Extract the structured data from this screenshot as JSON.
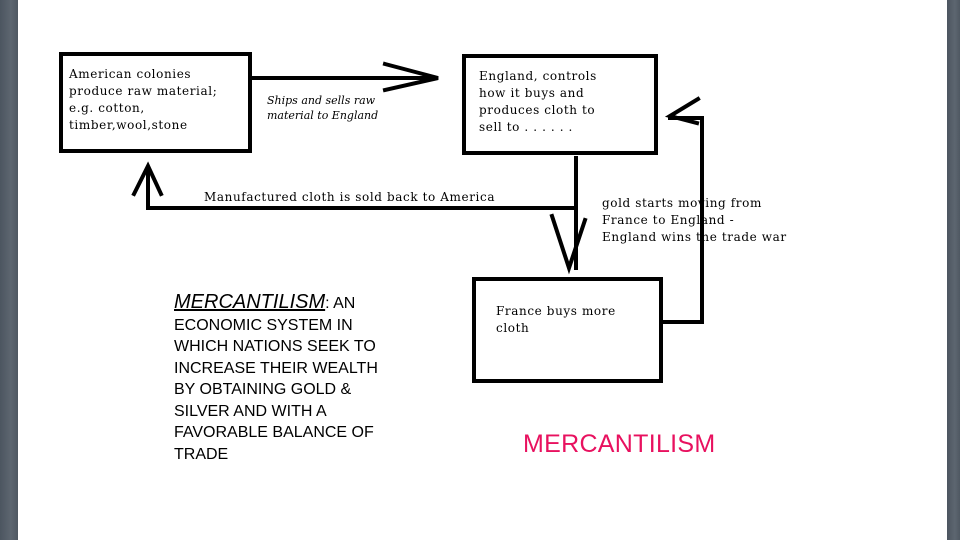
{
  "colonies_box": {
    "text": "American colonies\nproduce raw material;\ne.g. cotton,\ntimber,wool,stone"
  },
  "ships_label": {
    "text": "Ships and sells raw\nmaterial to England"
  },
  "england_box": {
    "text": "England, controls\nhow it buys and\nproduces cloth to\nsell to . . . . . ."
  },
  "cloth_label": {
    "text": "Manufactured cloth is sold back to America"
  },
  "gold_label": {
    "text": "gold starts moving from\nFrance to England -\nEngland wins the trade war"
  },
  "france_box": {
    "text": "France buys more\ncloth"
  },
  "definition": {
    "term": "MERCANTILISM",
    "colon": ": AN",
    "body": "ECONOMIC SYSTEM IN\nWHICH NATIONS SEEK TO\nINCREASE THEIR WEALTH\nBY OBTAINING GOLD &\nSILVER AND WITH A\nFAVORABLE BALANCE OF\nTRADE"
  },
  "title": {
    "text": "MERCANTILISM",
    "color": "#e8115f"
  }
}
